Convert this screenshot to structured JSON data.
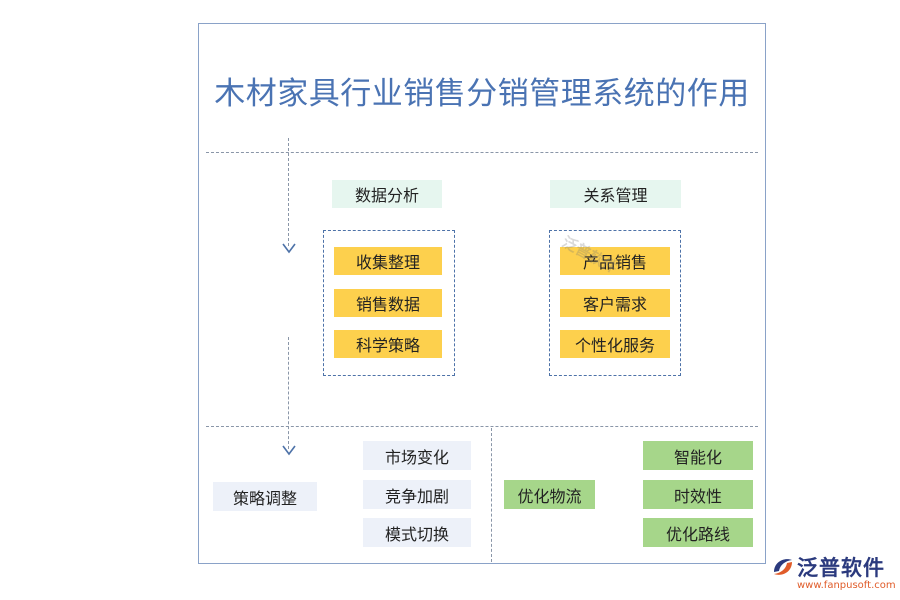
{
  "title": "木材家具行业销售分销管理系统的作用",
  "top_section": {
    "left": {
      "header": "数据分析",
      "items": [
        "收集整理",
        "销售数据",
        "科学策略"
      ]
    },
    "right": {
      "header": "关系管理",
      "items": [
        "产品销售",
        "客户需求",
        "个性化服务"
      ]
    },
    "watermark": "泛普软件"
  },
  "bottom_section": {
    "left_label": "策略调整",
    "left_items": [
      "市场变化",
      "竞争加剧",
      "模式切换"
    ],
    "right_label": "优化物流",
    "right_items": [
      "智能化",
      "时效性",
      "优化路线"
    ]
  },
  "logo": {
    "name": "泛普软件",
    "url": "www.fanpusoft.com"
  },
  "colors": {
    "title": "#4a73b3",
    "mint": "#e6f6ef",
    "yellow": "#fdd04d",
    "pale_blue": "#edf1f9",
    "green": "#a6d68a",
    "frame": "#8aa2c8"
  }
}
